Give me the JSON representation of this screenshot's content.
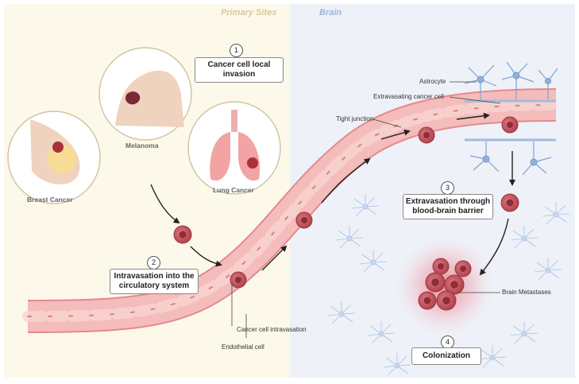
{
  "regions": {
    "primary_title": "Primary Sites",
    "brain_title": "Brain"
  },
  "steps": [
    {
      "number": "1",
      "label": "Cancer cell local\ninvasion"
    },
    {
      "number": "2",
      "label": "Intravasation into the\ncirculatory system"
    },
    {
      "number": "3",
      "label": "Extravasation through\nblood-brain barrier"
    },
    {
      "number": "4",
      "label": "Colonization"
    }
  ],
  "primary_sites": {
    "melanoma": "Melanoma",
    "breast": "Breast Cancer",
    "lung": "Lung Cancer"
  },
  "labels": {
    "astrocyte": "Astrocyte",
    "extravasating": "Extravasating cancer cell",
    "tight_junction": "Tight junction",
    "intravasation": "Cancer cell intravasation",
    "endothelial": "Endothelial cell",
    "metastases": "Brain Metastases"
  },
  "colors": {
    "primary_bg": "#fdf9ea",
    "brain_bg": "#eef1f8",
    "vessel": "#f2b2b0",
    "cancer_cell": "#c8555c",
    "astrocyte": "#9fbbe0"
  }
}
